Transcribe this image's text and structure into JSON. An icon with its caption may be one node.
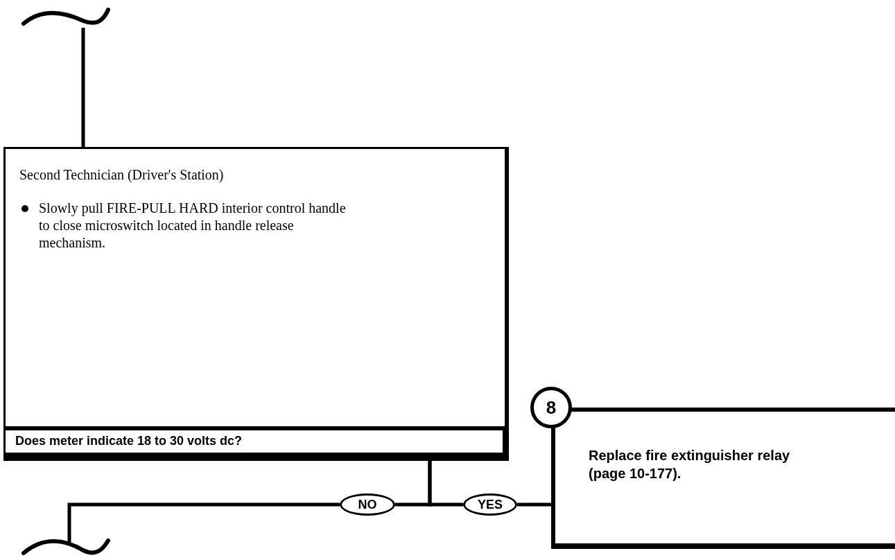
{
  "diagram": {
    "nodes": [
      {
        "text": [],
        "shape": "squiggle"
      },
      {
        "text": [
          "Second Technician (Driver's Station)",
          "Slowly pull FIRE-PULL HARD interior control handle to close microswitch located in handle release mechanism."
        ]
      },
      {
        "text": [
          "Does meter indicate 18 to 30 volts dc?"
        ]
      },
      {
        "text": [
          "NO"
        ]
      },
      {
        "text": [
          "YES"
        ]
      },
      {
        "text": [
          "8"
        ]
      },
      {
        "text": [
          "Replace fire extinguisher relay (page 10-177)."
        ]
      },
      {
        "text": [],
        "shape": "squiggle"
      }
    ],
    "edges": [
      {
        "from": 0,
        "to": 1,
        "arrow": "none"
      },
      {
        "from": 2,
        "to": 3,
        "arrow": "none"
      },
      {
        "from": 2,
        "to": 4,
        "arrow": "none"
      },
      {
        "from": 3,
        "to": 7,
        "arrow": "none"
      },
      {
        "from": 4,
        "to": 6,
        "arrow": "none"
      }
    ]
  }
}
